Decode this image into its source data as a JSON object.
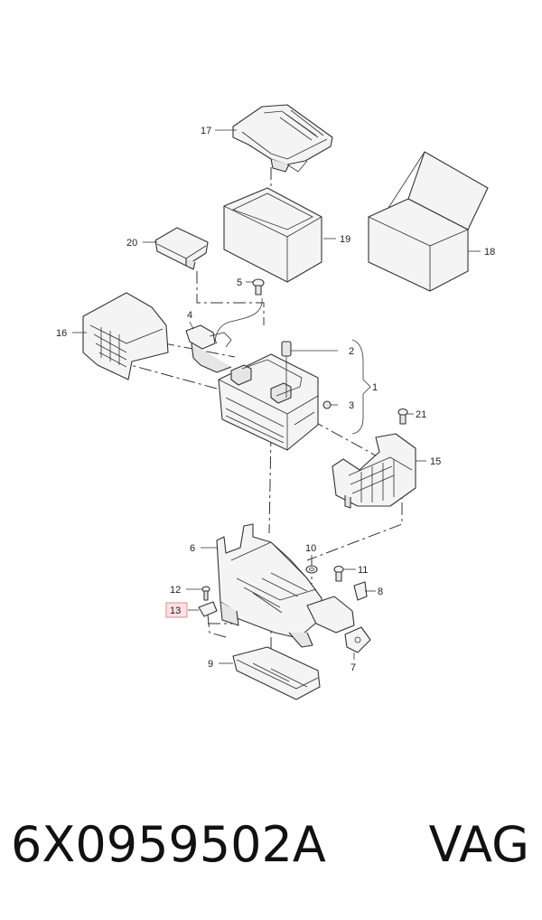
{
  "diagram": {
    "callouts": {
      "c1": "1",
      "c2": "2",
      "c3": "3",
      "c4": "4",
      "c5": "5",
      "c6": "6",
      "c7": "7",
      "c8": "8",
      "c9": "9",
      "c10": "10",
      "c11": "11",
      "c12": "12",
      "c13": "13",
      "c15": "15",
      "c16": "16",
      "c17": "17",
      "c18": "18",
      "c19": "19",
      "c20": "20",
      "c21": "21"
    },
    "highlighted_callout": "13",
    "highlight_color": "#fde2e4"
  },
  "footer": {
    "part_number": "6X0959502A",
    "brand": "VAG"
  }
}
